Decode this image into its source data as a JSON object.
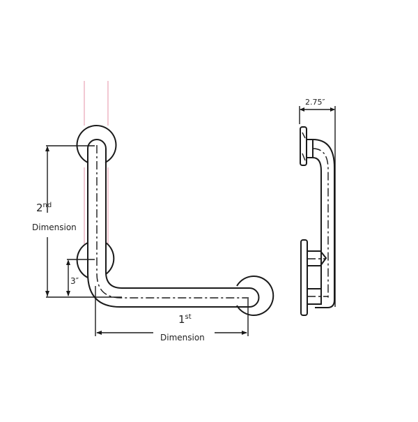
{
  "diagram": {
    "type": "technical-drawing",
    "subject": "L-shaped grab bar",
    "front_view": {
      "labels": {
        "second_dimension_num": "2",
        "second_dimension_sup": "nd",
        "second_dimension_word": "Dimension",
        "first_dimension_num": "1",
        "first_dimension_sup": "st",
        "first_dimension_word": "Dimension",
        "flange_offset": "3″"
      }
    },
    "side_view": {
      "labels": {
        "projection": "2.75″"
      }
    },
    "colors": {
      "line": "#1a1a1a",
      "reference_line": "#e8a3b5",
      "background": "#ffffff"
    }
  }
}
